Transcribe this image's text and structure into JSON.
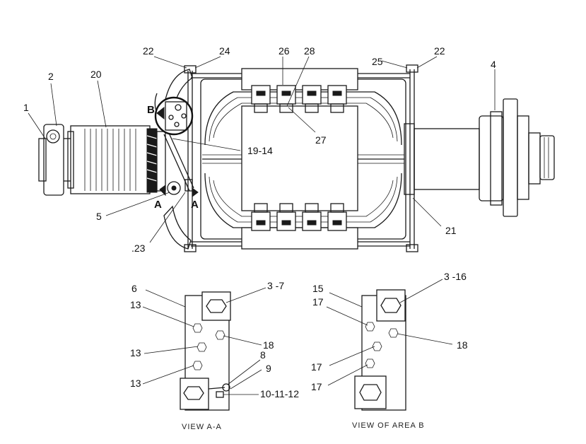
{
  "callouts": {
    "c1": "1",
    "c2": "2",
    "c20": "20",
    "c22a": "22",
    "c24": "24",
    "c26": "26",
    "c28": "28",
    "c25": "25",
    "c22b": "22",
    "c4": "4",
    "c27": "27",
    "c19_14": "19-14",
    "c5": "5",
    "c23": ".23",
    "c21": "21",
    "viewB": "B",
    "viewA1": "A",
    "viewA2": "A"
  },
  "view_aa": {
    "caption": "VIEW A-A",
    "c6": "6",
    "c3_7": "3 -7",
    "c13a": "13",
    "c13b": "13",
    "c13c": "13",
    "c18": "18",
    "c8": "8",
    "c9": "9",
    "c10_12": "10-11-12"
  },
  "view_b": {
    "caption": "VIEW OF AREA B",
    "c15": "15",
    "c3_16": "3 -16",
    "c17a": "17",
    "c17b": "17",
    "c17c": "17",
    "c18": "18"
  }
}
